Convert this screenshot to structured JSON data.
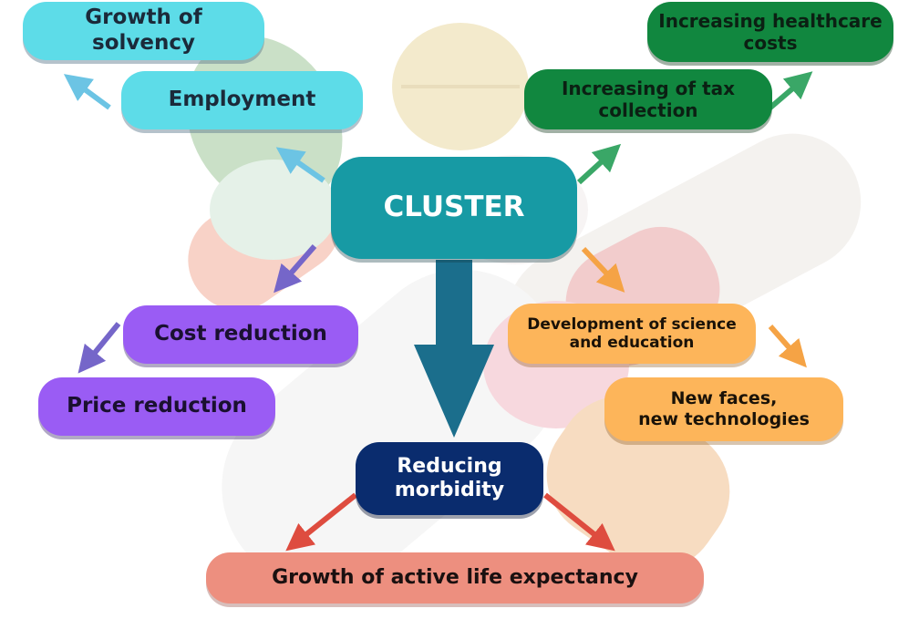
{
  "nodes": {
    "cluster": "CLUSTER",
    "growth_solvency": "Growth of solvency",
    "employment": "Employment",
    "tax": "Increasing of tax\ncollection",
    "healthcare": "Increasing healthcare\ncosts",
    "cost_reduction": "Cost reduction",
    "price_reduction": "Price reduction",
    "science": "Development of science\nand education",
    "new_faces": "New faces,\nnew technologies",
    "morbidity": "Reducing\nmorbidity",
    "life_expectancy": "Growth of active life expectancy"
  },
  "colors": {
    "cyan": "#5ddce8",
    "teal": "#179aa4",
    "green": "#11873f",
    "purple": "#9a5cf4",
    "orange": "#fdb55a",
    "navy": "#0a2c6e",
    "salmon": "#ed8f7f",
    "arrow_cyan": "#6cc4e4",
    "arrow_green": "#3aa767",
    "arrow_purple": "#7566c9",
    "arrow_orange": "#f5a345",
    "arrow_red": "#de4c3f",
    "arrow_main": "#1b6e8c"
  }
}
